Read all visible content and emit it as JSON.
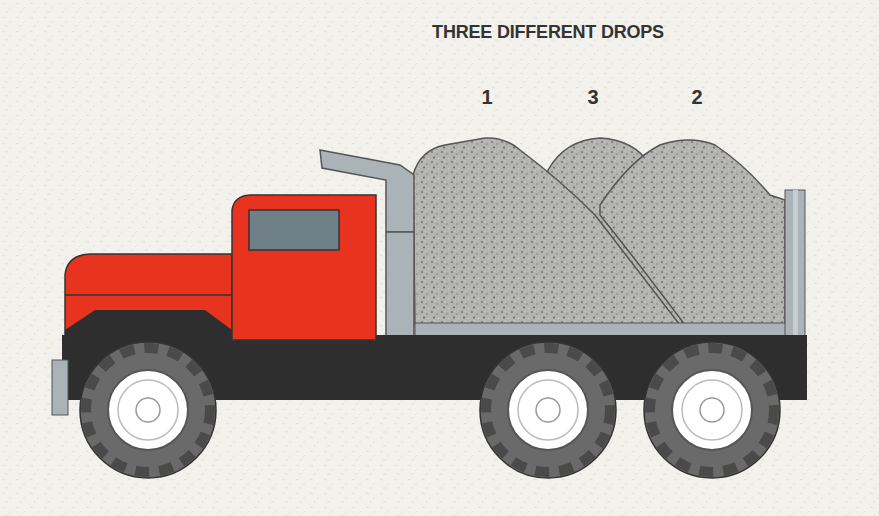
{
  "diagram": {
    "title": "THREE DIFFERENT DROPS",
    "labels": [
      "1",
      "3",
      "2"
    ]
  }
}
